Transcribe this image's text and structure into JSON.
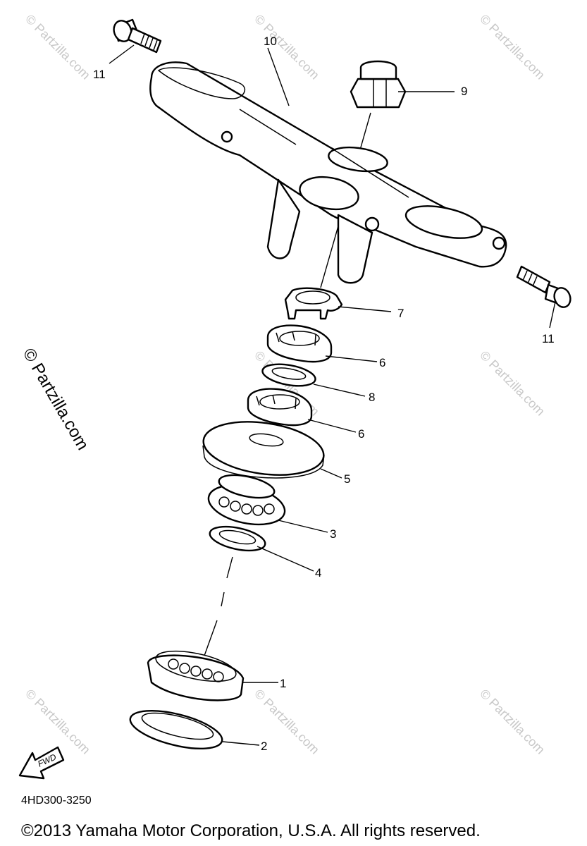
{
  "watermark": "© Partzilla.com",
  "drawing_code": "4HD300-3250",
  "copyright": "©2013  Yamaha Motor Corporation, U.S.A. All rights reserved.",
  "fwd_label": "FWD",
  "callouts": {
    "p1": "1",
    "p2": "2",
    "p3": "3",
    "p4": "4",
    "p5": "5",
    "p6a": "6",
    "p6b": "6",
    "p7": "7",
    "p8": "8",
    "p9": "9",
    "p10": "10",
    "p11a": "11",
    "p11b": "11"
  }
}
